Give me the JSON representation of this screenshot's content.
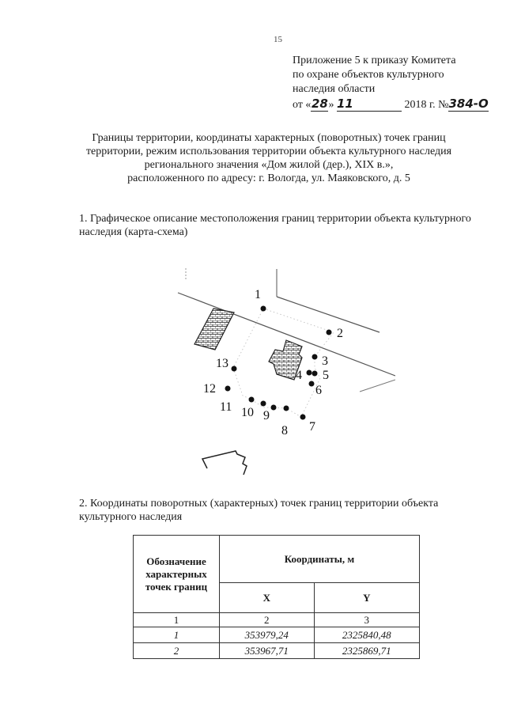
{
  "page_number": "15",
  "appendix": {
    "line1": "Приложение 5 к приказу Комитета",
    "line2": "по охране объектов культурного",
    "line3": "наследия области",
    "date_prefix": "от «",
    "date_day": "28",
    "date_mid": "» ",
    "date_month": "11",
    "date_year": "2018 г. №",
    "order_number": "384-О"
  },
  "title": {
    "line1": "Границы территории, координаты характерных (поворотных) точек границ",
    "line2": "территории, режим использования территории объекта культурного наследия",
    "line3": "регионального значения «Дом жилой (дер.), XIX в.»,",
    "line4": "расположенного по адресу: г. Вологда, ул. Маяковского, д. 5"
  },
  "section1": "1. Графическое описание местоположения границ территории объекта культурного наследия (карта-схема)",
  "map_points": [
    {
      "label": "1"
    },
    {
      "label": "2"
    },
    {
      "label": "3"
    },
    {
      "label": "4"
    },
    {
      "label": "5"
    },
    {
      "label": "6"
    },
    {
      "label": "7"
    },
    {
      "label": "8"
    },
    {
      "label": "9"
    },
    {
      "label": "10"
    },
    {
      "label": "11"
    },
    {
      "label": "12"
    },
    {
      "label": "13"
    }
  ],
  "section2": "2. Координаты поворотных (характерных) точек границ территории объекта культурного наследия",
  "table": {
    "header_point": "Обозначение характерных точек границ",
    "header_coords": "Координаты, м",
    "header_x": "X",
    "header_y": "Y",
    "col_numbers": [
      "1",
      "2",
      "3"
    ],
    "rows": [
      [
        "1",
        "353979,24",
        "2325840,48"
      ],
      [
        "2",
        "353967,71",
        "2325869,71"
      ]
    ]
  }
}
